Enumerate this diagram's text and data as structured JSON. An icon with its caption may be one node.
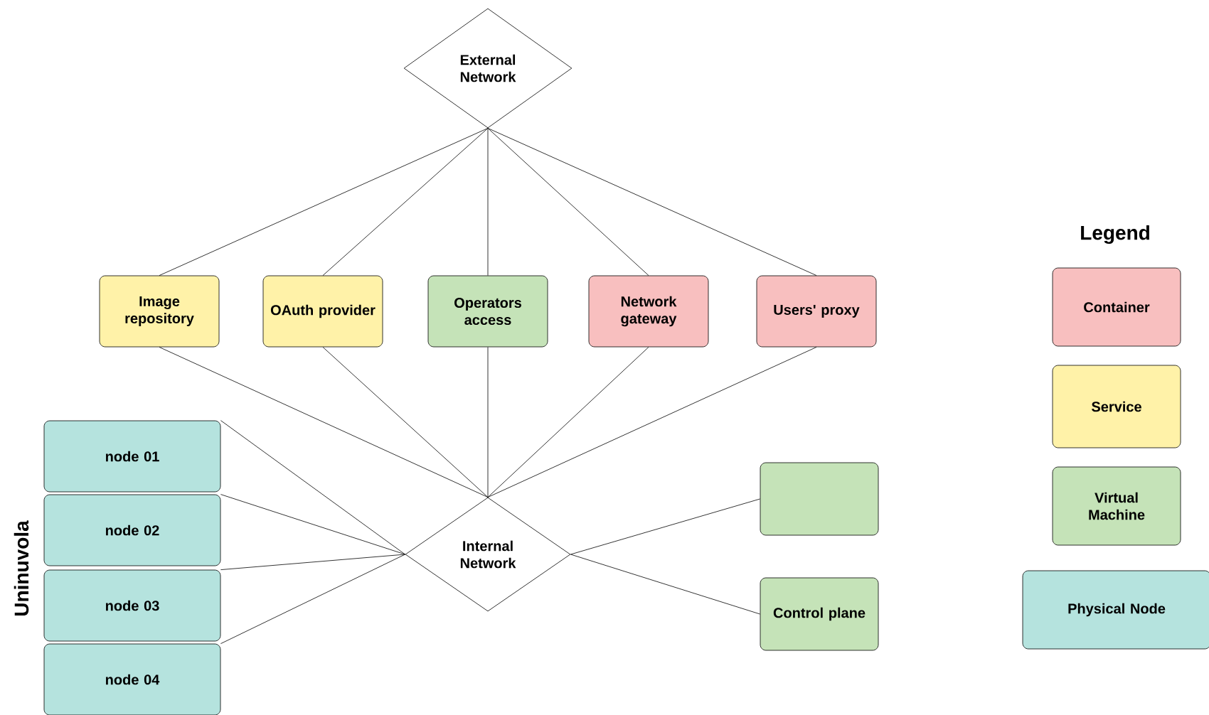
{
  "diagram": {
    "nodes": [
      {
        "text": [
          "External Network"
        ]
      },
      {
        "text": [
          "Image repository"
        ]
      },
      {
        "text": [
          "OAuth provider"
        ]
      },
      {
        "text": [
          "Operators access"
        ]
      },
      {
        "text": [
          "Network gateway"
        ]
      },
      {
        "text": [
          "Users' proxy"
        ]
      },
      {
        "text": [
          "node 01"
        ]
      },
      {
        "text": [
          "node 02"
        ]
      },
      {
        "text": [
          "node 03"
        ]
      },
      {
        "text": [
          "node 04"
        ]
      },
      {
        "text": [
          "Internal Network"
        ]
      },
      {
        "text": [],
        "shape": "box"
      },
      {
        "text": [
          "Control plane"
        ]
      }
    ],
    "edges": [
      {
        "from": 0,
        "to": 1,
        "arrow": "none"
      },
      {
        "from": 0,
        "to": 2,
        "arrow": "none"
      },
      {
        "from": 0,
        "to": 3,
        "arrow": "none"
      },
      {
        "from": 0,
        "to": 4,
        "arrow": "none"
      },
      {
        "from": 0,
        "to": 5,
        "arrow": "none"
      },
      {
        "from": 1,
        "to": 10,
        "arrow": "none"
      },
      {
        "from": 2,
        "to": 10,
        "arrow": "none"
      },
      {
        "from": 3,
        "to": 10,
        "arrow": "none"
      },
      {
        "from": 4,
        "to": 10,
        "arrow": "none"
      },
      {
        "from": 5,
        "to": 10,
        "arrow": "none"
      },
      {
        "from": 6,
        "to": 10,
        "arrow": "none"
      },
      {
        "from": 7,
        "to": 10,
        "arrow": "none"
      },
      {
        "from": 8,
        "to": 10,
        "arrow": "none"
      },
      {
        "from": 9,
        "to": 10,
        "arrow": "none"
      },
      {
        "from": 10,
        "to": 11,
        "arrow": "none"
      },
      {
        "from": 10,
        "to": 12,
        "arrow": "none"
      }
    ],
    "labels": [
      "Legend",
      "Uninuvola"
    ],
    "legend": [
      {
        "text": "Container",
        "color": "#f8bfbf"
      },
      {
        "text": "Service",
        "color": "#fff2a8"
      },
      {
        "text": "Virtual Machine",
        "color": "#c5e3b8"
      },
      {
        "text": "Physical Node",
        "color": "#b5e3de"
      }
    ]
  }
}
